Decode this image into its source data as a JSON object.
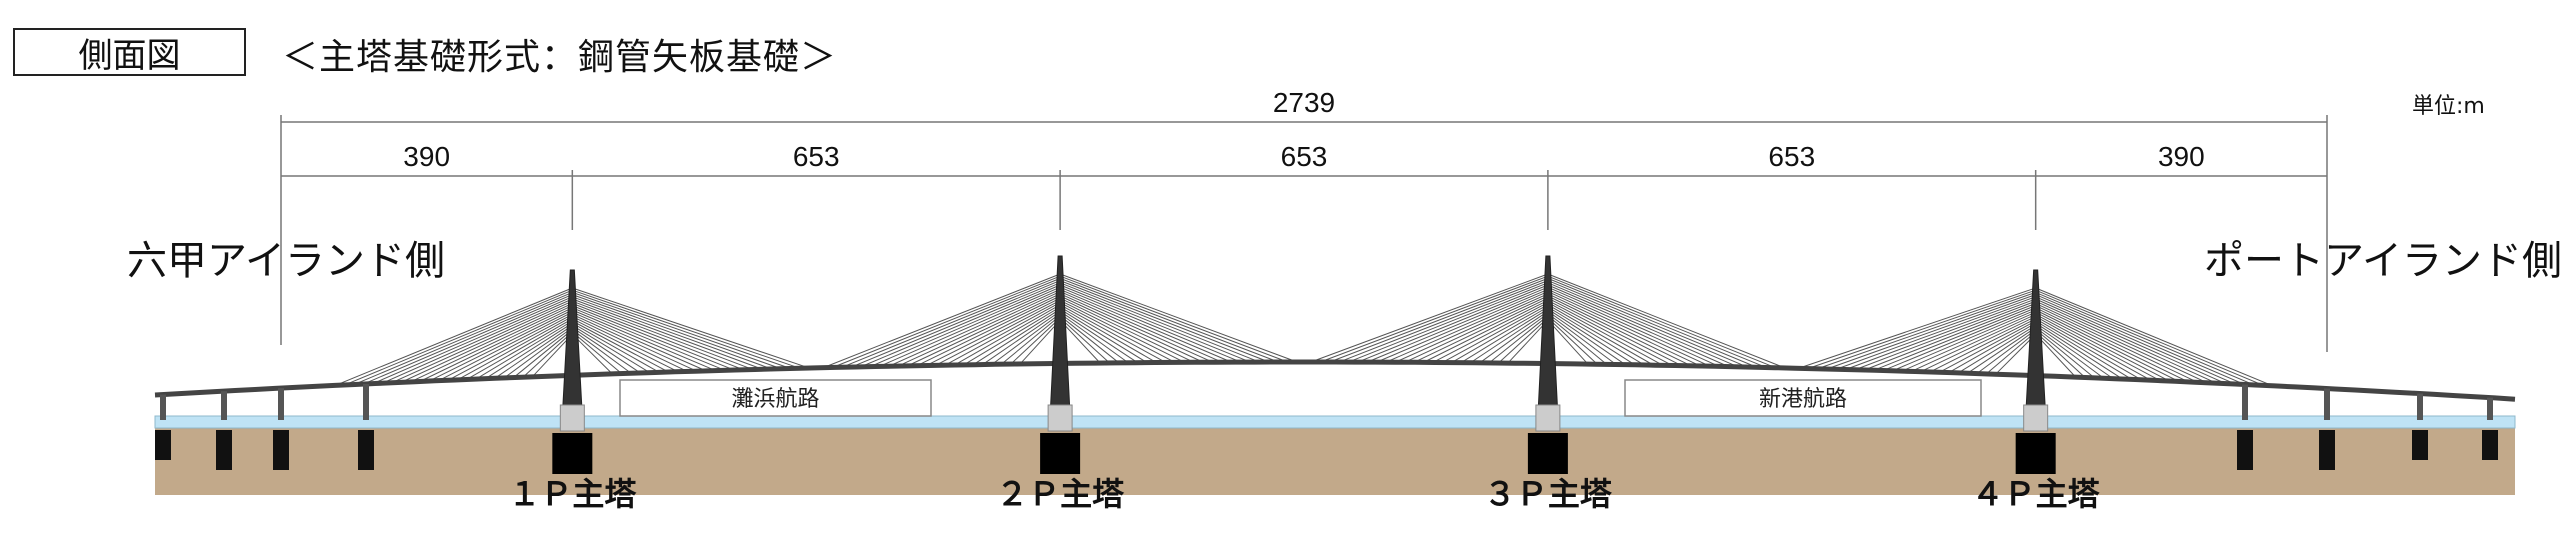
{
  "header": {
    "title": "側面図",
    "subtitle": "＜主塔基礎形式：鋼管矢板基礎＞",
    "unit": "単位:m"
  },
  "sides": {
    "left": "六甲アイランド側",
    "right": "ポートアイランド側"
  },
  "dimensions": {
    "total": "2739",
    "spans": [
      "390",
      "653",
      "653",
      "653",
      "390"
    ]
  },
  "towers": [
    {
      "label": "１Ｐ主塔"
    },
    {
      "label": "２Ｐ主塔"
    },
    {
      "label": "３Ｐ主塔"
    },
    {
      "label": "４Ｐ主塔"
    }
  ],
  "navigation_channels": [
    {
      "label": "灘浜航路"
    },
    {
      "label": "新港航路"
    }
  ],
  "colors": {
    "water": "#bfe3f5",
    "ground": "#c2a98a",
    "foundation": "#000000",
    "cable": "#555555"
  }
}
